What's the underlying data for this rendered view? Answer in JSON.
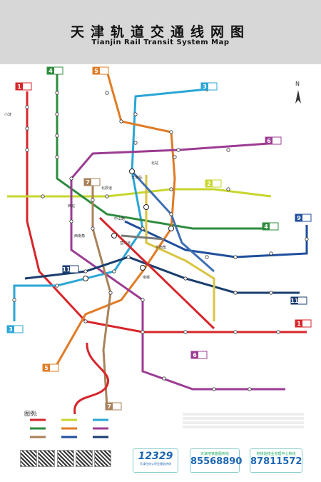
{
  "header": {
    "title_cn": "天津轨道交通线网图",
    "title_en": "Tianjin Rail Transit System Map"
  },
  "map": {
    "north_label": "N",
    "legend_title": "图例:",
    "colors": {
      "L1": "#d7262b",
      "L2": "#c7d62d",
      "L3": "#2aa6d6",
      "L4": "#2e8b3e",
      "L5": "#e07b25",
      "L6": "#9b3c93",
      "L7": "#a9825a",
      "L8": "#7a7a7a",
      "L9": "#1f4e9c",
      "L10": "#d9c441",
      "L11": "#1a3d6e",
      "Z1": "#3d6fb2"
    },
    "line_badges": [
      {
        "num": "1",
        "color": "#d7262b"
      },
      {
        "num": "4",
        "color": "#2e8b3e"
      },
      {
        "num": "5",
        "color": "#e07b25"
      },
      {
        "num": "3",
        "color": "#2aa6d6"
      },
      {
        "num": "6",
        "color": "#9b3c93"
      },
      {
        "num": "7",
        "color": "#a9825a"
      },
      {
        "num": "2",
        "color": "#c7d62d"
      },
      {
        "num": "4",
        "color": "#2e8b3e"
      },
      {
        "num": "9",
        "color": "#1f4e9c"
      },
      {
        "num": "11",
        "color": "#1a3d6e"
      },
      {
        "num": "11",
        "color": "#1a3d6e"
      },
      {
        "num": "3",
        "color": "#2aa6d6"
      },
      {
        "num": "1",
        "color": "#d7262b"
      },
      {
        "num": "6",
        "color": "#9b3c93"
      },
      {
        "num": "5",
        "color": "#e07b25"
      },
      {
        "num": "7",
        "color": "#a9825a"
      }
    ],
    "station_labels": [
      "小淀",
      "天津站",
      "西南角",
      "营口道",
      "南楼",
      "中山路",
      "北站",
      "西站",
      "东南角",
      "北辰道"
    ]
  },
  "hotlines": {
    "h12329": {
      "number": "12329",
      "caption": "天津住房公积金服务热线"
    },
    "h1": {
      "caption": "天津地铁客服热线",
      "number": "85568890"
    },
    "h2": {
      "caption": "地铁站物业管理中心热线",
      "number": "87811572"
    }
  }
}
